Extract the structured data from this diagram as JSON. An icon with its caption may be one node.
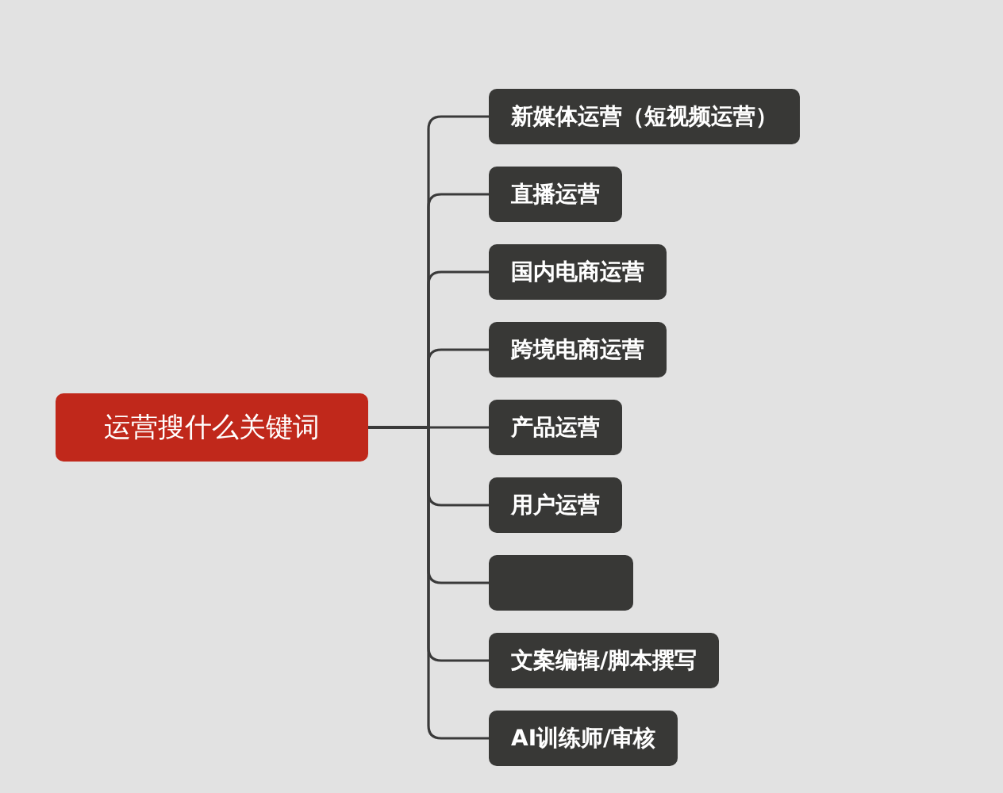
{
  "diagram": {
    "nodes": [
      {
        "text": [
          "运营搜什么关键词"
        ]
      },
      {
        "text": [
          "新媒体运营（短视频运营）"
        ]
      },
      {
        "text": [
          "直播运营"
        ]
      },
      {
        "text": [
          "国内电商运营"
        ]
      },
      {
        "text": [
          "跨境电商运营"
        ]
      },
      {
        "text": [
          "产品运营"
        ]
      },
      {
        "text": [
          "用户运营"
        ]
      },
      {
        "text": [],
        "shape": "box"
      },
      {
        "text": [
          "文案编辑/脚本撰写"
        ]
      },
      {
        "text": [
          "AI训练师/审核"
        ]
      }
    ],
    "edges": [
      {
        "from": 0,
        "to": 1,
        "arrow": "none"
      },
      {
        "from": 0,
        "to": 2,
        "arrow": "none"
      },
      {
        "from": 0,
        "to": 3,
        "arrow": "none"
      },
      {
        "from": 0,
        "to": 4,
        "arrow": "none"
      },
      {
        "from": 0,
        "to": 5,
        "arrow": "none"
      },
      {
        "from": 0,
        "to": 6,
        "arrow": "none"
      },
      {
        "from": 0,
        "to": 7,
        "arrow": "none"
      },
      {
        "from": 0,
        "to": 8,
        "arrow": "none"
      },
      {
        "from": 0,
        "to": 9,
        "arrow": "none"
      }
    ]
  }
}
